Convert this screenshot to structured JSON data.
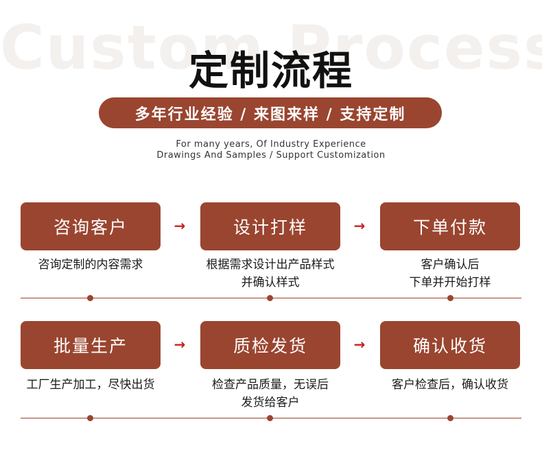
{
  "header": {
    "watermark": "Custom Process",
    "title": "定制流程",
    "subtitle": "多年行业经验 / 来图来样 / 支持定制",
    "english_line1": "For many years, Of Industry Experience",
    "english_line2": "Drawings And Samples / Support Customization"
  },
  "arrow_glyph": "→",
  "rows": [
    {
      "steps": [
        {
          "title": "咨询客户",
          "desc_line1": "咨询定制的内容需求",
          "desc_line2": ""
        },
        {
          "title": "设计打样",
          "desc_line1": "根据需求设计出产品样式",
          "desc_line2": "并确认样式"
        },
        {
          "title": "下单付款",
          "desc_line1": "客户确认后",
          "desc_line2": "下单并开始打样"
        }
      ]
    },
    {
      "steps": [
        {
          "title": "批量生产",
          "desc_line1": "工厂生产加工，尽快出货",
          "desc_line2": ""
        },
        {
          "title": "质检发货",
          "desc_line1": "检查产品质量，无误后",
          "desc_line2": "发货给客户"
        },
        {
          "title": "确认收货",
          "desc_line1": "客户检查后，确认收货",
          "desc_line2": ""
        }
      ]
    }
  ],
  "colors": {
    "brand": "#9a4530",
    "arrow": "#c8201f",
    "watermark": "#f3f0ee"
  }
}
